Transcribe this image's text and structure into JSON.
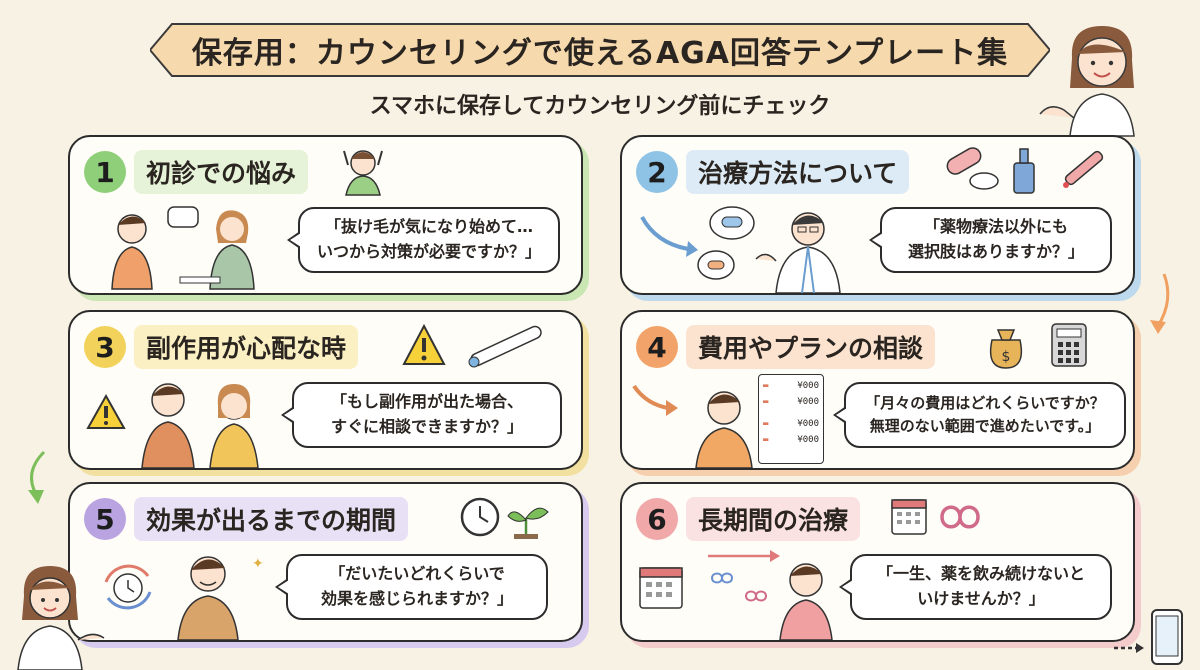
{
  "header": {
    "title": "保存用：カウンセリングで使えるAGA回答テンプレート集",
    "subtitle": "スマホに保存してカウンセリング前にチェック"
  },
  "cards": [
    {
      "num": "1",
      "label": "初診での悩み",
      "bubble_line1": "「抜け毛が気になり始めて…",
      "bubble_line2": "いつから対策が必要ですか？」",
      "accent": "#8fcf7a",
      "label_bg": "#e7f3d8",
      "shadow": "#c9e6b3"
    },
    {
      "num": "2",
      "label": "治療方法について",
      "bubble_line1": "「薬物療法以外にも",
      "bubble_line2": "選択肢はありますか？」",
      "accent": "#8fc3e6",
      "label_bg": "#dcebf6",
      "shadow": "#bcd9ee"
    },
    {
      "num": "3",
      "label": "副作用が心配な時",
      "bubble_line1": "「もし副作用が出た場合、",
      "bubble_line2": "すぐに相談できますか？」",
      "accent": "#f2d25a",
      "label_bg": "#fbf0c3",
      "shadow": "#f2e0a0"
    },
    {
      "num": "4",
      "label": "費用やプランの相談",
      "bubble_line1": "「月々の費用はどれくらいですか？",
      "bubble_line2": "無理のない範囲で進めたいです。」",
      "accent": "#f2a36a",
      "label_bg": "#fbe3d0",
      "shadow": "#f6cfae"
    },
    {
      "num": "5",
      "label": "効果が出るまでの期間",
      "bubble_line1": "「だいたいどれくらいで",
      "bubble_line2": "効果を感じられますか？」",
      "accent": "#b9a3e0",
      "label_bg": "#e8e0f5",
      "shadow": "#d6cbee"
    },
    {
      "num": "6",
      "label": "長期間の治療",
      "bubble_line1": "「一生、薬を飲み続けないと",
      "bubble_line2": "いけませんか？」",
      "accent": "#f0a8a8",
      "label_bg": "#fbe2e2",
      "shadow": "#f4cccc"
    }
  ],
  "icons": {
    "card1": [
      "stressed-person-icon",
      "speech-bubble-icon",
      "consulting-people-icon"
    ],
    "card2": [
      "capsule-icon",
      "tablet-icon",
      "dropper-bottle-icon",
      "laser-pen-icon",
      "doctor-icon",
      "arrow-icon"
    ],
    "card3": [
      "warning-icon",
      "thermometer-icon",
      "worried-couple-icon"
    ],
    "card4": [
      "money-bag-icon",
      "calculator-icon",
      "price-list-icon",
      "man-pointing-icon"
    ],
    "card5": [
      "clock-icon",
      "sprout-icon",
      "cycle-clock-icon",
      "smiling-man-icon"
    ],
    "card6": [
      "calendar-icon",
      "infinity-icon",
      "timeline-arrow-icon",
      "thinking-man-icon"
    ],
    "page": [
      "counselor-woman-icon",
      "smartphone-icon",
      "dotted-arrow-icon"
    ]
  },
  "price_list": {
    "row1": "¥000",
    "row2": "¥000",
    "row3": "¥000",
    "row4": "¥000"
  }
}
